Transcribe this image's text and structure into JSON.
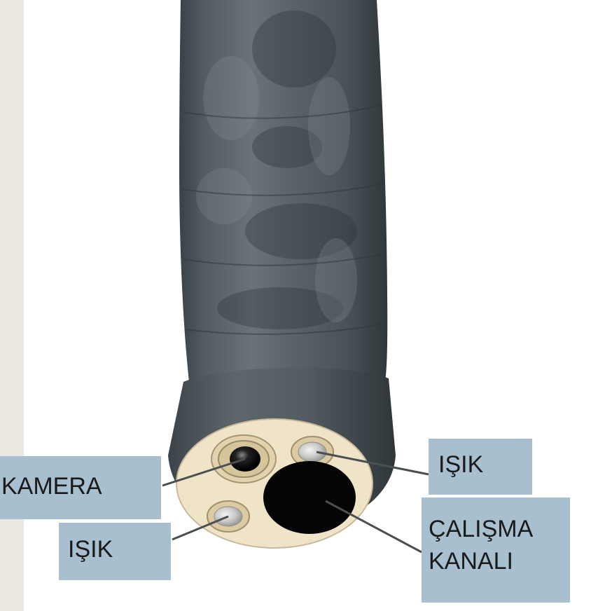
{
  "labels": {
    "camera": "KAMERA",
    "light_left": "IŞIK",
    "light_right": "IŞIK",
    "working_channel_line1": "ÇALIŞMA",
    "working_channel_line2": "KANALI"
  },
  "colors": {
    "background": "#ffffff",
    "left_strip": "#ece8e0",
    "label_box": "#a7bfcf",
    "tube_body": "#4a545a",
    "tip_face": "#efe3c8",
    "channel": "#050505"
  }
}
